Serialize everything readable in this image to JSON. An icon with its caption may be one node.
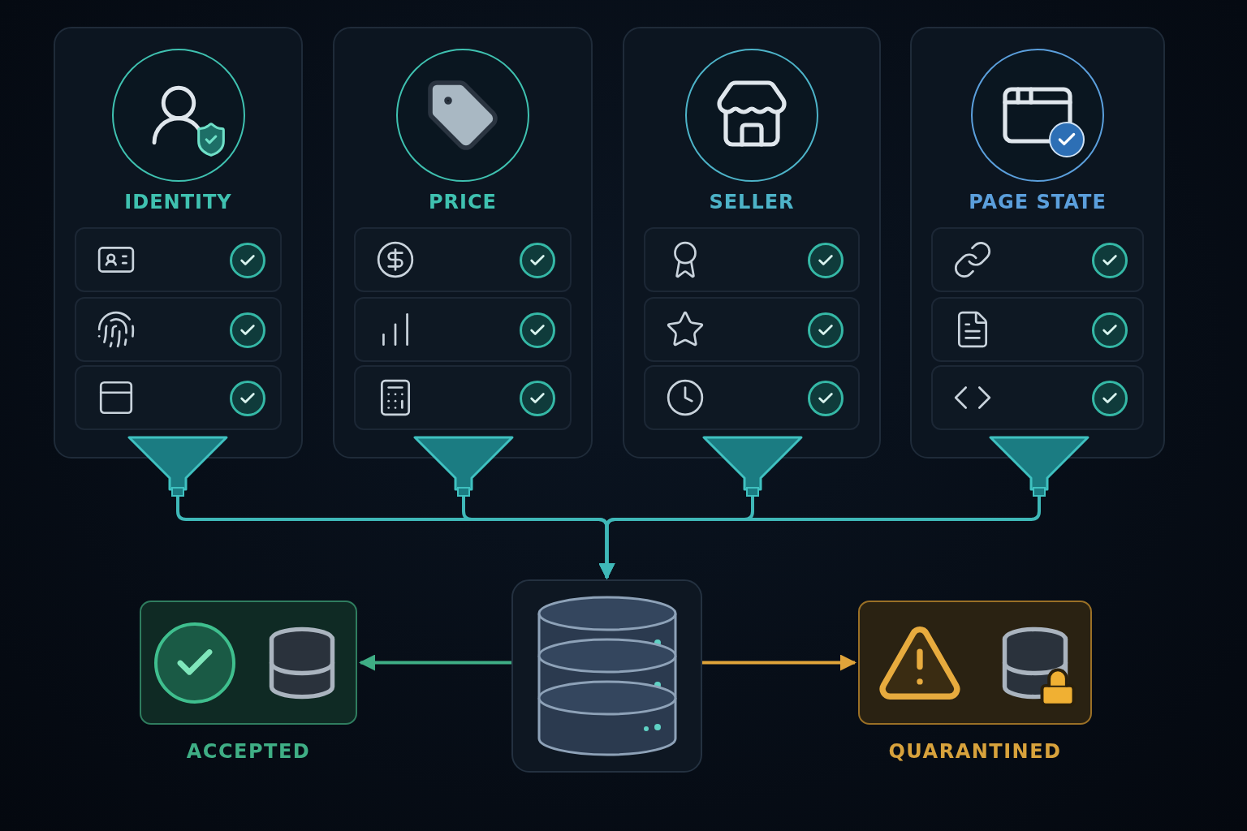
{
  "diagram": {
    "nodes": [
      {
        "text": [
          "IDENTITY"
        ]
      },
      {
        "text": [
          "PRICE"
        ]
      },
      {
        "text": [
          "SELLER"
        ]
      },
      {
        "text": [
          "PAGE STATE"
        ]
      },
      {
        "text": [],
        "shape": "funnel"
      },
      {
        "text": [],
        "shape": "funnel"
      },
      {
        "text": [],
        "shape": "funnel"
      },
      {
        "text": [],
        "shape": "funnel"
      },
      {
        "text": [],
        "shape": "cylinder"
      },
      {
        "text": [
          "ACCEPTED"
        ]
      },
      {
        "text": [
          "QUARANTINED"
        ]
      }
    ],
    "edges": [
      {
        "from": 4,
        "to": 8,
        "arrow": "to"
      },
      {
        "from": 5,
        "to": 8,
        "arrow": "to"
      },
      {
        "from": 6,
        "to": 8,
        "arrow": "to"
      },
      {
        "from": 7,
        "to": 8,
        "arrow": "to"
      },
      {
        "from": 8,
        "to": 9,
        "arrow": "to",
        "color": "#3fae85"
      },
      {
        "from": 8,
        "to": 10,
        "arrow": "to",
        "color": "#e0a43a"
      }
    ]
  }
}
